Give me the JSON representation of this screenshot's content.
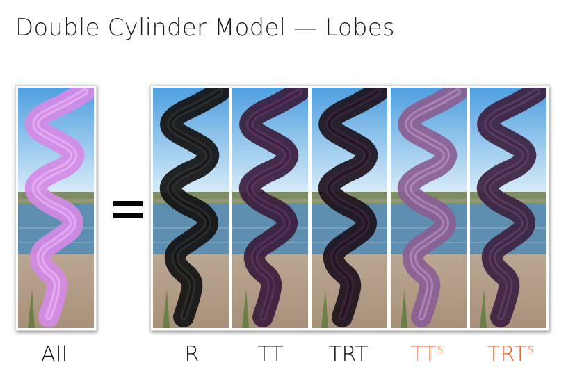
{
  "slide": {
    "title": "Double Cylinder Model — Lobes",
    "equals_symbol": "="
  },
  "panels": [
    {
      "id": "all",
      "label": "All",
      "sup": "",
      "hair": "#d58ae6",
      "hair_hi": "#f3c6fb",
      "accent": false
    },
    {
      "id": "r",
      "label": "R",
      "sup": "",
      "hair": "#121212",
      "hair_hi": "#3a3a3a",
      "accent": false
    },
    {
      "id": "tt",
      "label": "TT",
      "sup": "",
      "hair": "#3a1d3c",
      "hair_hi": "#6a3d6c",
      "accent": false
    },
    {
      "id": "trt",
      "label": "TRT",
      "sup": "",
      "hair": "#1d121c",
      "hair_hi": "#4a2a48",
      "accent": false
    },
    {
      "id": "tts",
      "label": "TT",
      "sup": "s",
      "hair": "#8a5e93",
      "hair_hi": "#c9a0d2",
      "accent": true
    },
    {
      "id": "trts",
      "label": "TRT",
      "sup": "s",
      "hair": "#3c2240",
      "hair_hi": "#6e4a73",
      "accent": true
    }
  ],
  "colors": {
    "accent": "#f0622a",
    "sky_top": "#4f9fe0",
    "sky_bottom": "#d6ebf8",
    "water": "#5e8fb0",
    "ground": "#a8917a"
  }
}
